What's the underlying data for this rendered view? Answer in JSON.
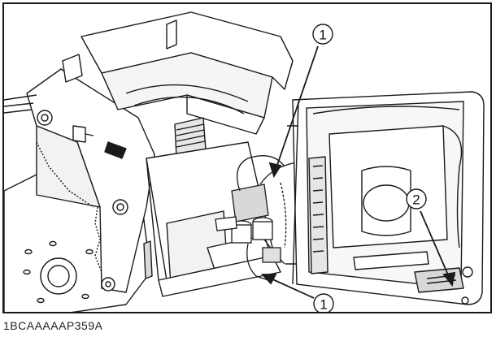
{
  "figure": {
    "code": "1BCAAAAAP359A",
    "line_color": "#1a1a1a",
    "fill_color": "#ffffff",
    "shade_color": "#d8d8d8"
  },
  "callouts": [
    {
      "label": "1"
    },
    {
      "label": "2"
    },
    {
      "label": "1"
    }
  ]
}
